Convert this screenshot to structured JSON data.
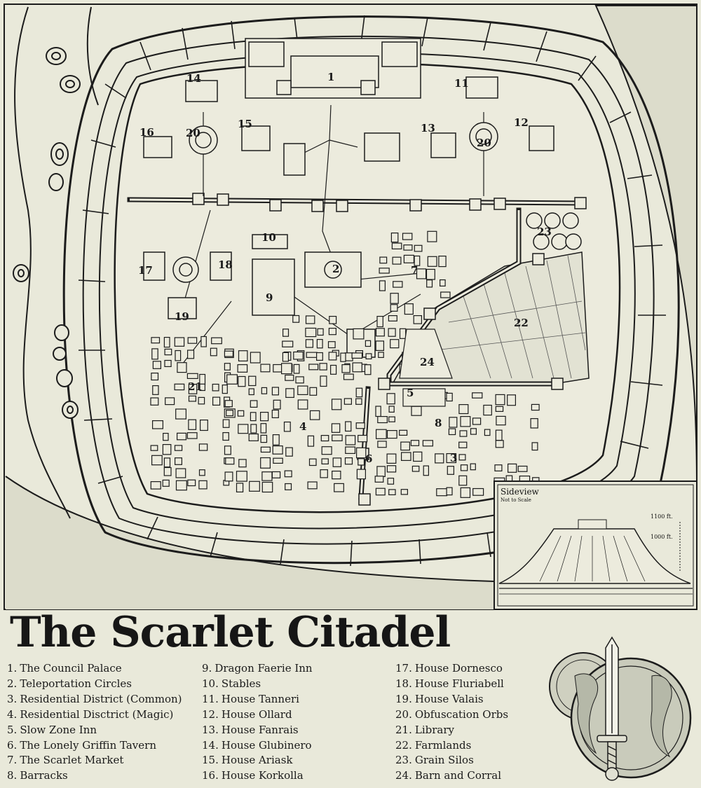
{
  "title": "The Scarlet Citadel",
  "map_labels": [
    "1",
    "2",
    "3",
    "4",
    "5",
    "6",
    "7",
    "8",
    "9",
    "10",
    "11",
    "12",
    "13",
    "14",
    "15",
    "16",
    "17",
    "18",
    "19",
    "20",
    "20",
    "21",
    "22",
    "23",
    "24"
  ],
  "legend": {
    "col1": [
      {
        "n": "1.",
        "t": "The Council Palace"
      },
      {
        "n": "2.",
        "t": "Teleportation Circles"
      },
      {
        "n": "3.",
        "t": "Residential District (Common)"
      },
      {
        "n": "4.",
        "t": "Residential Disctrict (Magic)"
      },
      {
        "n": "5.",
        "t": "Slow Zone Inn"
      },
      {
        "n": "6.",
        "t": "The Lonely Griffin Tavern"
      },
      {
        "n": "7.",
        "t": "The Scarlet Market"
      },
      {
        "n": "8.",
        "t": "Barracks"
      }
    ],
    "col2": [
      {
        "n": "9.",
        "t": "Dragon Faerie Inn"
      },
      {
        "n": "10.",
        "t": "Stables"
      },
      {
        "n": "11.",
        "t": "House Tanneri"
      },
      {
        "n": "12.",
        "t": "House Ollard"
      },
      {
        "n": "13.",
        "t": "House Fanrais"
      },
      {
        "n": "14.",
        "t": "House Glubinero"
      },
      {
        "n": "15.",
        "t": "House Ariask"
      },
      {
        "n": "16.",
        "t": "House Korkolla"
      }
    ],
    "col3": [
      {
        "n": "17.",
        "t": "House Dornesco"
      },
      {
        "n": "18.",
        "t": "House Fluriabell"
      },
      {
        "n": "19.",
        "t": "House  Valais"
      },
      {
        "n": "20.",
        "t": "Obfuscation Orbs"
      },
      {
        "n": "21.",
        "t": "Library"
      },
      {
        "n": "22.",
        "t": "Farmlands"
      },
      {
        "n": "23.",
        "t": "Grain Silos"
      },
      {
        "n": "24.",
        "t": "Barn and Corral"
      }
    ]
  },
  "sideview": {
    "title": "Sideview",
    "subtitle": "Not to Scale",
    "alt_high": "1100 ft.",
    "alt_low": "1000 ft."
  },
  "colors": {
    "paper": "#e9e9da",
    "ink": "#1c1c1c",
    "sand": "#dcdccb"
  },
  "emblem_icon": "sword-shield-emblem-icon"
}
